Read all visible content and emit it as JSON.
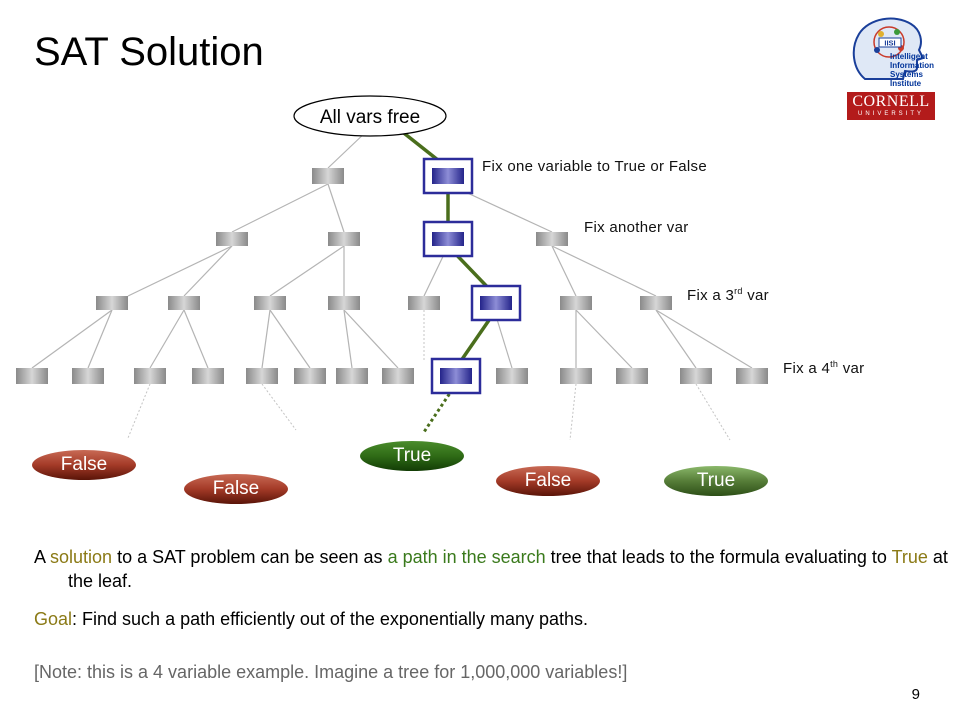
{
  "title": "SAT Solution",
  "logos": {
    "iiis_text": "Intelligent Information Systems Institute",
    "cornell_name": "CORNELL",
    "cornell_sub": "UNIVERSITY"
  },
  "root_label": "All vars free",
  "level_labels": {
    "l1": "Fix one variable to True or False",
    "l2": "Fix another var",
    "l3_pre": "Fix a 3",
    "l3_sup": "rd",
    "l3_post": " var",
    "l4_pre": "Fix a 4",
    "l4_sup": "th",
    "l4_post": " var"
  },
  "leaf_results": [
    "False",
    "False",
    "True",
    "False",
    "True"
  ],
  "body": {
    "p1_a": "A ",
    "p1_solution": "solution",
    "p1_b": " to a SAT problem can be seen as ",
    "p1_path": "a path in the search",
    "p1_c": " tree that leads to the formula evaluating to ",
    "p1_true": "True",
    "p1_d": " at the leaf.",
    "goal_label": "Goal",
    "goal_text": ":  Find such a path efficiently out of the exponentially many paths.",
    "note": "[Note: this is a 4 variable example. Imagine a tree for 1,000,000 variables!]"
  },
  "page_number": "9",
  "colors": {
    "path_green": "#4a6e1c",
    "highlight_box": "#2c2c9a",
    "false_pill": "#a43a27",
    "true_pill": "#2f6b16"
  }
}
